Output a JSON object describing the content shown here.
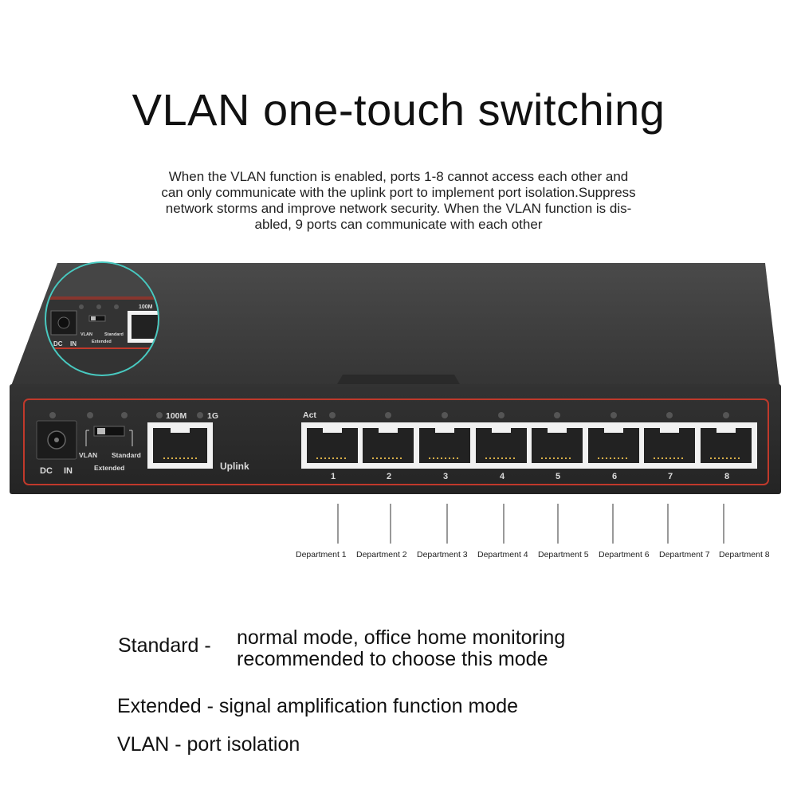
{
  "heading": {
    "title": "VLAN one-touch switching"
  },
  "description": {
    "lines": [
      "When the VLAN function is enabled, ports 1-8 cannot access each other and",
      "can only communicate with the uplink port to implement port isolation.Suppress",
      "network storms and improve network security. When the VLAN function is dis-",
      "abled, 9 ports can communicate with each other"
    ]
  },
  "device": {
    "dc_label": "DC",
    "in_label": "IN",
    "switch_labels": {
      "vlan": "VLAN",
      "standard": "Standard",
      "extended": "Extended"
    },
    "uplink_speed_100": "100M",
    "uplink_speed_1g": "1G",
    "uplink_label": "Uplink",
    "act_label": "Act",
    "ports": [
      "1",
      "2",
      "3",
      "4",
      "5",
      "6",
      "7",
      "8"
    ],
    "inset": {
      "speed": "100M",
      "vlan": "VLAN",
      "standard": "Standard",
      "extended": "Extended",
      "dc": "DC",
      "in": "IN"
    }
  },
  "departments": [
    "Department 1",
    "Department 2",
    "Department 3",
    "Department 4",
    "Department 5",
    "Department 6",
    "Department 7",
    "Department 8"
  ],
  "modes": [
    {
      "label": "Standard -",
      "lines": [
        "normal mode, office home monitoring",
        "recommended to choose this mode"
      ]
    },
    {
      "label": "Extended - signal amplification function mode",
      "lines": []
    },
    {
      "label": "VLAN - port isolation",
      "lines": []
    }
  ],
  "colors": {
    "body": "#3a3a3a",
    "front": "#2b2b2b",
    "trim": "#c0392b",
    "accent_circle": "#48c9c0"
  }
}
